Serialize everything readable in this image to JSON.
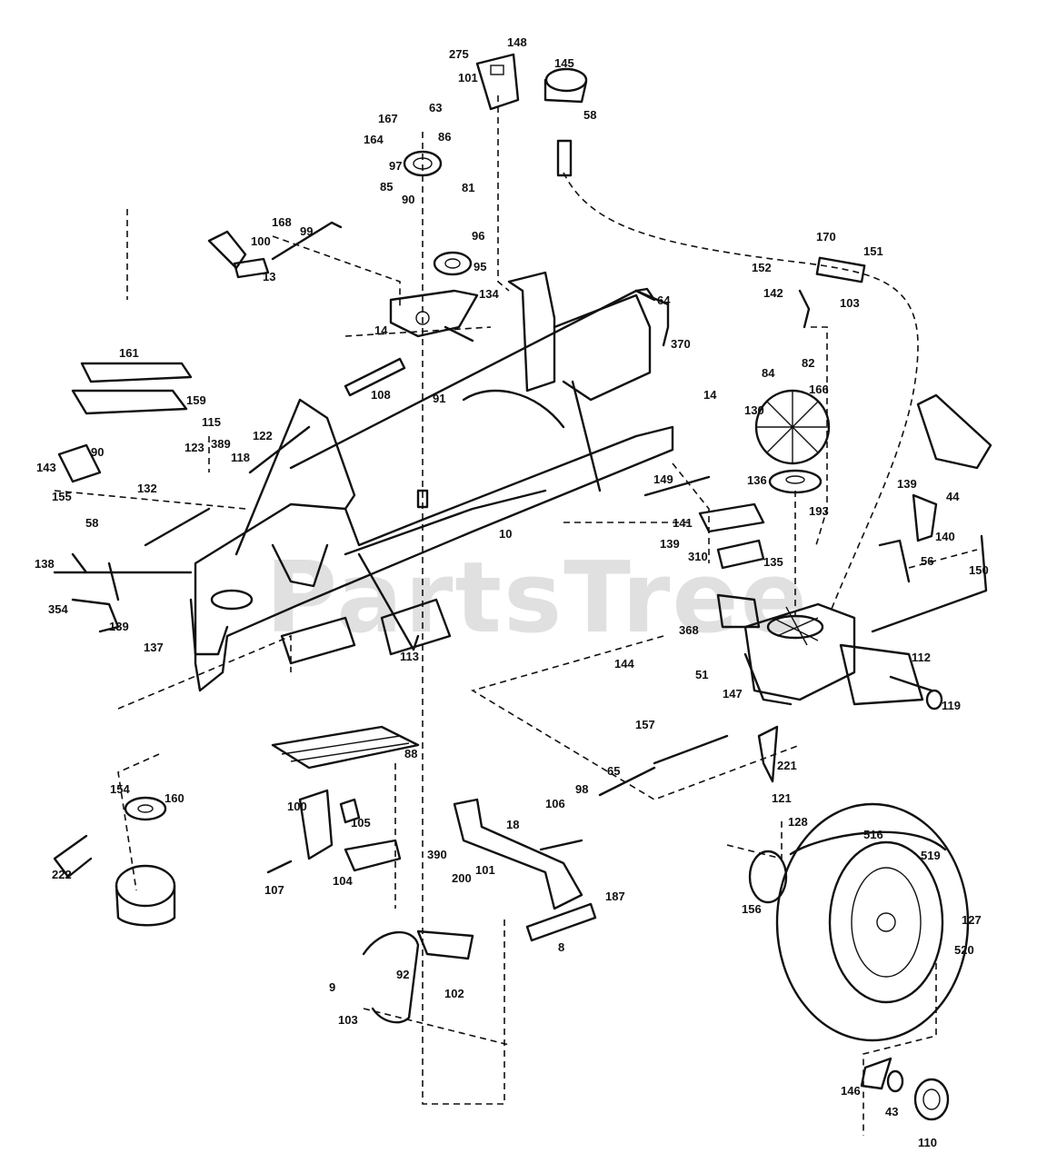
{
  "watermark": "PartsTree",
  "labels": [
    "275",
    "148",
    "101",
    "145",
    "58",
    "63",
    "167",
    "86",
    "164",
    "97",
    "85",
    "90",
    "81",
    "96",
    "95",
    "168",
    "99",
    "100",
    "13",
    "134",
    "14",
    "161",
    "159",
    "115",
    "389",
    "123",
    "118",
    "122",
    "143",
    "90",
    "155",
    "132",
    "108",
    "91",
    "64",
    "370",
    "14",
    "58",
    "138",
    "354",
    "139",
    "137",
    "119",
    "113",
    "10",
    "170",
    "151",
    "152",
    "142",
    "103",
    "84",
    "82",
    "166",
    "130",
    "136",
    "193",
    "149",
    "141",
    "139",
    "310",
    "135",
    "144",
    "51",
    "368",
    "157",
    "112",
    "147",
    "139",
    "44",
    "140",
    "56",
    "150",
    "221",
    "121",
    "128",
    "516",
    "519",
    "127",
    "520",
    "156",
    "146",
    "110",
    "43",
    "88",
    "154",
    "160",
    "222",
    "100",
    "105",
    "107",
    "104",
    "200",
    "101",
    "390",
    "106",
    "98",
    "18",
    "65",
    "187",
    "8",
    "103",
    "92",
    "102",
    "9"
  ]
}
